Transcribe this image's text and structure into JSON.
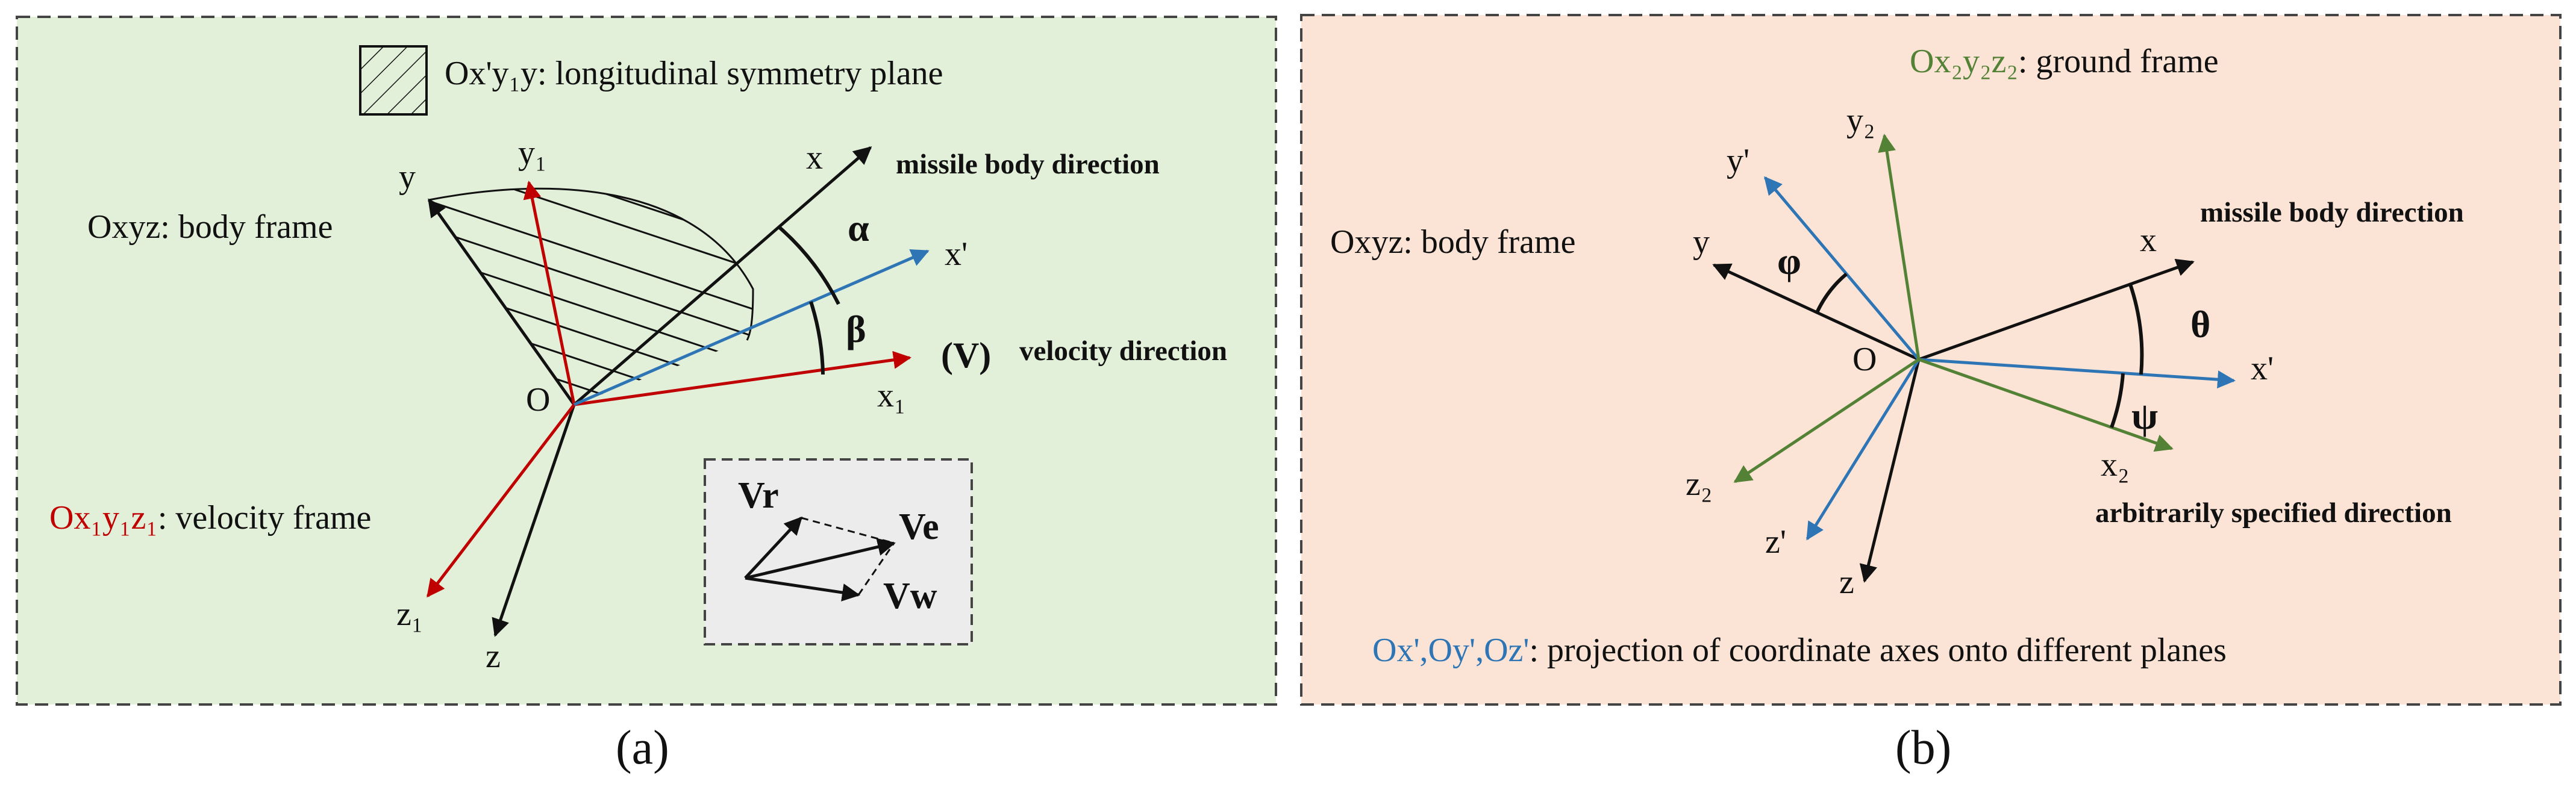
{
  "colors": {
    "panel_a_bg": "#e2efd9",
    "panel_b_bg": "#fbe4d5",
    "inset_bg": "#ececec",
    "red": "#c00000",
    "blue": "#2e75b6",
    "green": "#538135",
    "black": "#111111"
  },
  "panel_a": {
    "caption": "(a)",
    "legend_text": "Ox'y₁y: longitudinal symmetry plane",
    "body_frame": "Oxyz: body frame",
    "velocity_frame_name": "Ox₁y₁z₁",
    "velocity_frame_desc": ": velocity frame",
    "missile_dir": "missile body direction",
    "velocity_dir": "velocity direction",
    "V_label": "(V)",
    "origin": "O",
    "axes": {
      "x": "x",
      "y": "y",
      "z": "z",
      "x_prime": "x'",
      "x1": "x₁",
      "y1": "y₁",
      "z1": "z₁"
    },
    "angles": {
      "alpha": "α",
      "beta": "β"
    },
    "inset": {
      "vr": "Vr",
      "ve": "Ve",
      "vw": "Vw"
    }
  },
  "panel_b": {
    "caption": "(b)",
    "ground_frame_name": "Ox₂y₂z₂",
    "ground_frame_desc": ": ground frame",
    "body_frame": "Oxyz: body frame",
    "missile_dir": "missile body direction",
    "arbitrary_dir": "arbitrarily specified direction",
    "projection_name": "Ox',Oy',Oz'",
    "projection_desc": ": projection of coordinate axes onto different planes",
    "origin": "O",
    "axes": {
      "x": "x",
      "y": "y",
      "z": "z",
      "x_prime": "x'",
      "y_prime": "y'",
      "z_prime": "z'",
      "x2": "x₂",
      "y2": "y₂",
      "z2": "z₂"
    },
    "angles": {
      "phi": "φ",
      "theta": "θ",
      "psi": "ψ"
    }
  }
}
